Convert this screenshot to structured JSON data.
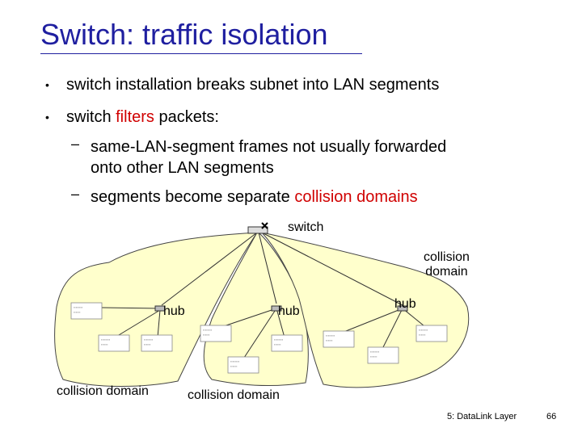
{
  "slide": {
    "title": "Switch: traffic isolation",
    "bullets": [
      {
        "text": "switch installation breaks subnet into LAN segments"
      },
      {
        "pre": "switch ",
        "highlight": "filters",
        "post": " packets:"
      }
    ],
    "sub_bullets": [
      {
        "text_line1": "same-LAN-segment frames not usually forwarded",
        "text_line2": "onto other LAN segments"
      },
      {
        "pre": "segments become separate ",
        "highlight": "collision  domains"
      }
    ]
  },
  "diagram": {
    "switch_label": "switch",
    "hub_labels": [
      "hub",
      "hub",
      "hub"
    ],
    "collision_labels": [
      "collision domain",
      "collision domain"
    ],
    "collision_right_line1": "collision",
    "collision_right_line2": "domain"
  },
  "footer": {
    "chapter": "5: DataLink Layer",
    "page": "66"
  },
  "colors": {
    "title": "#1f1fa0",
    "highlight": "#d00000",
    "domain_fill": "#ffffcc"
  },
  "icons": [
    "host-icon",
    "switch-icon",
    "hub-icon"
  ]
}
